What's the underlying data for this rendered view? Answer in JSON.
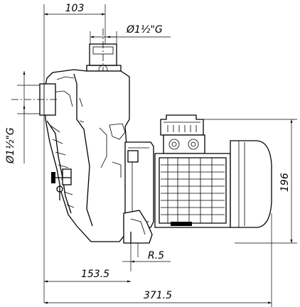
{
  "dimensions": {
    "top_width": "103",
    "outlet_thread": "Ø1½\"G",
    "inlet_thread": "Ø1½\"G",
    "motor_height": "196",
    "foot_radius": "R.5",
    "foot_distance": "153.5",
    "overall_length": "371.5"
  }
}
